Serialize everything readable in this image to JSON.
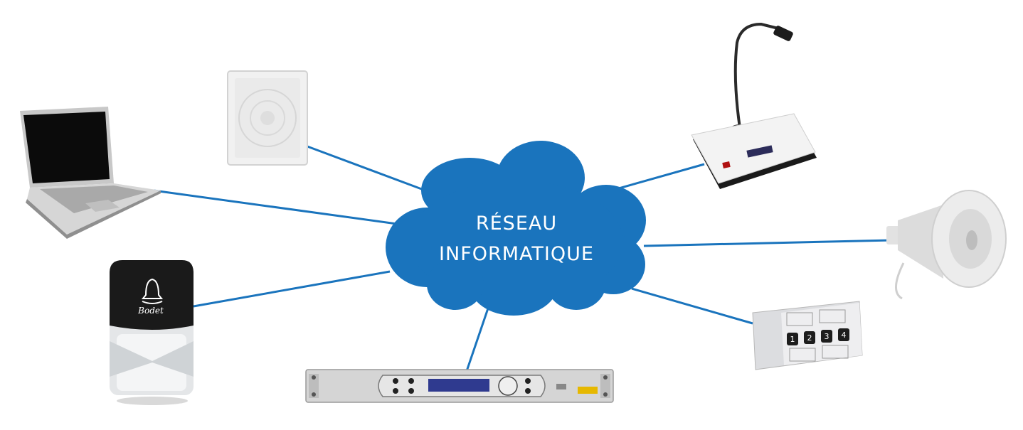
{
  "diagram": {
    "center": {
      "label_line1": "RÉSEAU",
      "label_line2": "INFORMATIQUE"
    },
    "brand_text": "Bodet",
    "keypad_keys": [
      "1",
      "2",
      "3",
      "4"
    ],
    "colors": {
      "cloud": "#1a74bd",
      "link": "#1a74bd",
      "cloud_text": "#ffffff"
    },
    "devices": [
      {
        "id": "laptop",
        "icon": "laptop-icon"
      },
      {
        "id": "ceiling-speaker",
        "icon": "speaker-panel-icon"
      },
      {
        "id": "bell-unit",
        "icon": "bell-icon"
      },
      {
        "id": "rack-server",
        "icon": "rack-server-icon"
      },
      {
        "id": "paging-console",
        "icon": "microphone-console-icon"
      },
      {
        "id": "horn-speaker",
        "icon": "horn-speaker-icon"
      },
      {
        "id": "keypad",
        "icon": "keypad-icon"
      }
    ]
  }
}
